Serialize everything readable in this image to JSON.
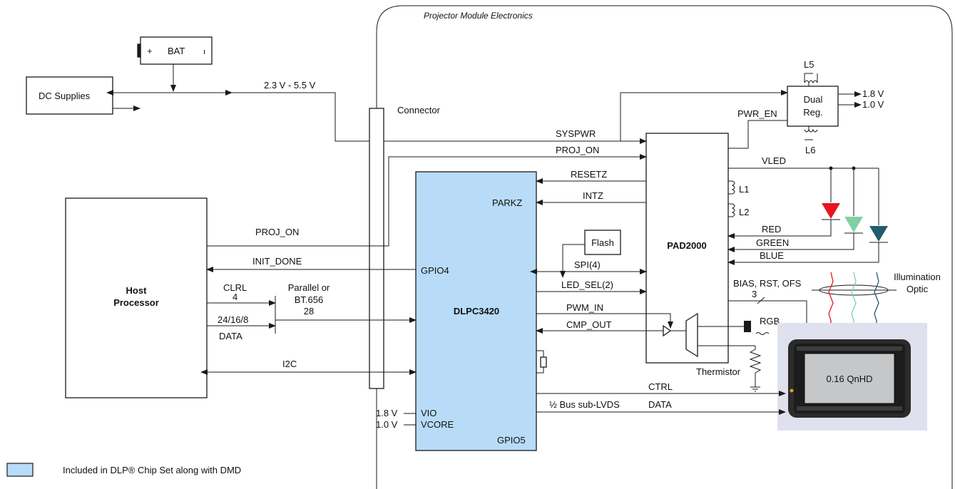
{
  "diagram": {
    "module_title": "Projector Module Electronics",
    "connector": "Connector",
    "bat": {
      "label": "BAT",
      "plus": "+",
      "minus": "ı"
    },
    "dc_supplies": "DC Supplies",
    "supply_range": "2.3 V - 5.5 V",
    "host": {
      "line1": "Host",
      "line2": "Processor"
    },
    "host_signals": {
      "proj_on": "PROJ_ON",
      "init_done": "INIT_DONE",
      "clrl": "CLRL",
      "clrl_count": "4",
      "parallel_line1": "Parallel or",
      "parallel_line2": "BT.656",
      "parallel_count": "28",
      "data_width": "24/16/8",
      "data": "DATA",
      "i2c": "I2C"
    },
    "dlpc": {
      "name": "DLPC3420",
      "parkz": "PARKZ",
      "gpio4": "GPIO4",
      "vio": "VIO",
      "vcore": "VCORE",
      "gpio5": "GPIO5",
      "vio_voltage": "1.8 V",
      "vcore_voltage": "1.0 V"
    },
    "pad": {
      "name": "PAD2000"
    },
    "flash": "Flash",
    "signals": {
      "syspwr": "SYSPWR",
      "proj_on": "PROJ_ON",
      "resetz": "RESETZ",
      "intz": "INTZ",
      "spi": "SPI(4)",
      "led_sel": "LED_SEL(2)",
      "pwm_in": "PWM_IN",
      "cmp_out": "CMP_OUT",
      "pwr_en": "PWR_EN",
      "vled": "VLED",
      "red": "RED",
      "green": "GREEN",
      "blue": "BLUE",
      "bias": "BIAS, RST, OFS",
      "bias_count": "3",
      "rgb": "RGB",
      "thermistor": "Thermistor",
      "ctrl": "CTRL",
      "data": "DATA",
      "lvds": "½ Bus sub-LVDS"
    },
    "regulator": {
      "line1": "Dual",
      "line2": "Reg.",
      "out1": "1.8 V",
      "out2": "1.0 V",
      "l5": "L5",
      "l6": "L6"
    },
    "inductors": {
      "l1": "L1",
      "l2": "L2"
    },
    "optic": {
      "line1": "Illumination",
      "line2": "Optic"
    },
    "dmd": {
      "label": "0.16 QnHD"
    },
    "legend": {
      "text": "Included in DLP® Chip Set along with DMD"
    },
    "colors": {
      "chipset_fill": "#b8dcf7",
      "led_red": "#e8141e",
      "led_green": "#7fd1a4",
      "led_blue": "#1f5d6c",
      "dmd_background": "#dfe1ee"
    }
  }
}
